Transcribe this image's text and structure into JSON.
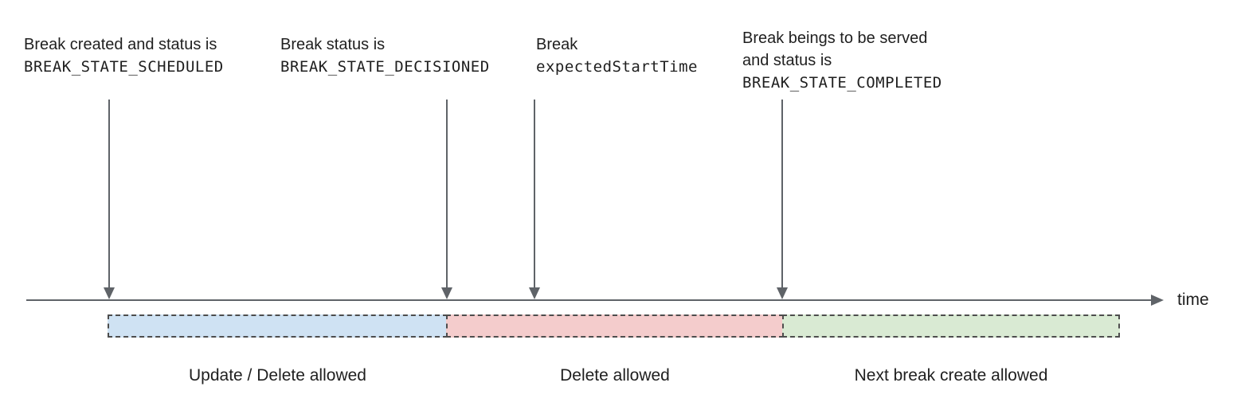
{
  "colors": {
    "text": "#1f1f1f",
    "line": "#5f6368",
    "segment_border": "#4d4d4d",
    "segment_blue": "#cfe2f3",
    "segment_red": "#f4cccc",
    "segment_green": "#d9ead3"
  },
  "annotations": [
    {
      "line1": "Break created and status is",
      "code": "BREAK_STATE_SCHEDULED"
    },
    {
      "line1": "Break status is",
      "code": "BREAK_STATE_DECISIONED"
    },
    {
      "line1": "Break",
      "code": "expectedStartTime"
    },
    {
      "line1": "Break beings to be served",
      "line2": "and status is",
      "code": "BREAK_STATE_COMPLETED"
    }
  ],
  "timeline": {
    "axis_label": "time"
  },
  "segments": [
    {
      "label": "Update / Delete allowed"
    },
    {
      "label": "Delete allowed"
    },
    {
      "label": "Next break create allowed"
    }
  ]
}
